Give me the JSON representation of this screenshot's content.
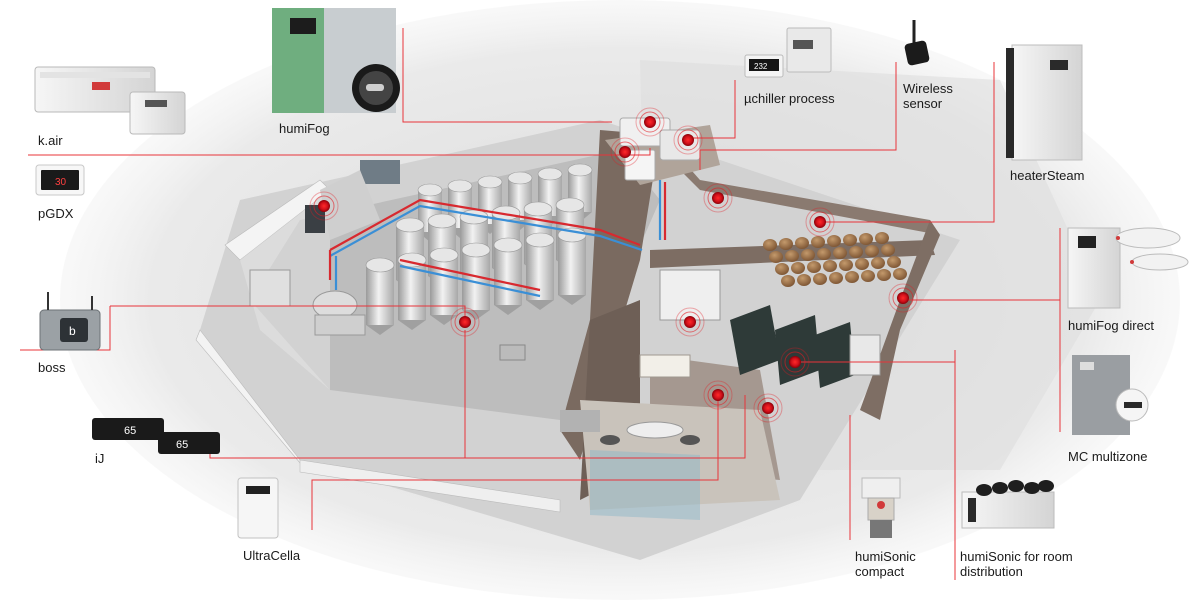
{
  "diagram": {
    "labels": {
      "kair": "k.air",
      "pgdx": "pGDX",
      "humifog": "humiFog",
      "uchiller": "µchiller process",
      "wireless": [
        "Wireless",
        "sensor"
      ],
      "heatersteam": "heaterSteam",
      "humifog_direct": "humiFog direct",
      "mc_multizone": "MC multizone",
      "boss": "boss",
      "ij": "iJ",
      "ultracella": "UltraCella",
      "humisonic_compact": [
        "humiSonic",
        "compact"
      ],
      "humisonic_room": [
        "humiSonic for room",
        "distribution"
      ]
    },
    "device_displays": {
      "pgdx_value": "30",
      "ij_value_1": "65",
      "ij_value_2": "65",
      "uchiller_value": "232",
      "boss_logo": "b"
    },
    "colors": {
      "connector": "#e8343a",
      "hotspot": "#e31b23",
      "wall": "#7a6a60",
      "floor": "#cfcfcf"
    }
  }
}
